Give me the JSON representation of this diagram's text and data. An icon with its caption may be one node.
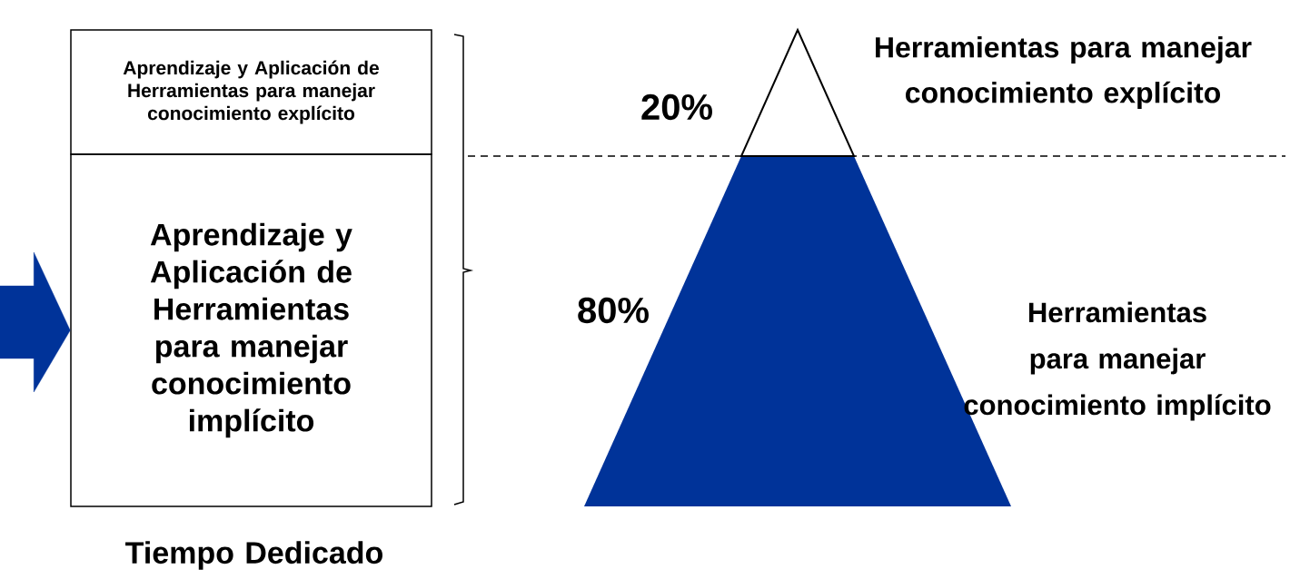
{
  "diagram": {
    "nodes": [
      {
        "text": [
          "Aprendizaje y Aplicación de Herramientas para manejar conocimiento explícito"
        ]
      },
      {
        "text": [
          "Aprendizaje y Aplicación de Herramientas para manejar conocimiento implícito"
        ]
      }
    ],
    "edges": [
      {
        "from": null,
        "to": 1,
        "arrow": "to"
      }
    ],
    "labels": [
      "20%",
      "Herramientas para manejar conocimiento explícito",
      "80%",
      "Herramientas para manejar conocimiento implícito",
      "Tiempo Dedicado"
    ]
  }
}
